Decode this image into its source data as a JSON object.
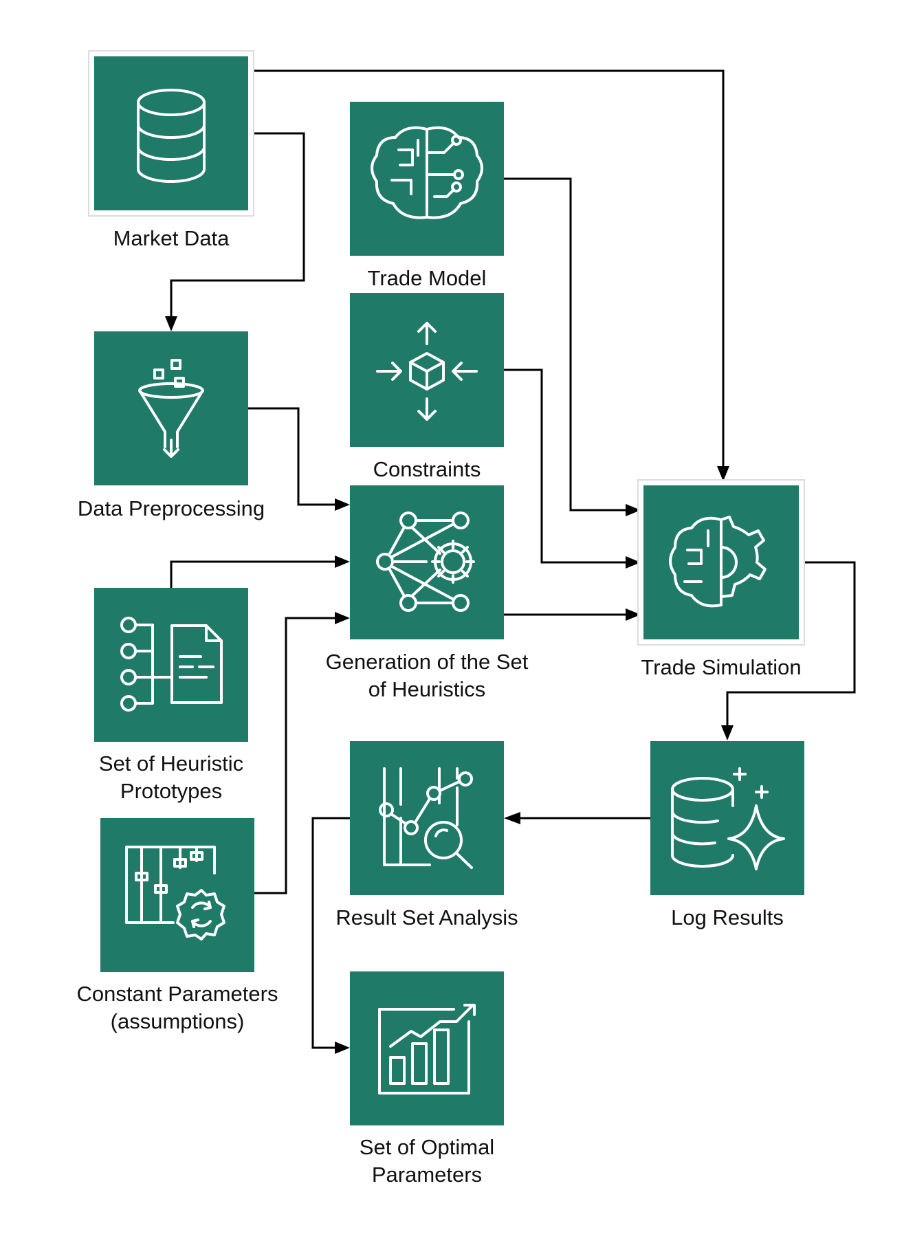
{
  "diagram": {
    "colors": {
      "tile": "#1f7a68",
      "icon": "#ffffff",
      "line": "#000000"
    },
    "nodes": {
      "market_data": {
        "label": "Market Data",
        "icon": "database-icon"
      },
      "trade_model": {
        "label": "Trade Model",
        "icon": "brain-circuit-icon"
      },
      "data_preprocessing": {
        "label": "Data Preprocessing",
        "icon": "funnel-icon"
      },
      "constraints": {
        "label": "Constraints",
        "icon": "cube-arrows-icon"
      },
      "generation": {
        "label_line1": "Generation of the Set",
        "label_line2": "of Heuristics",
        "icon": "network-gear-icon"
      },
      "trade_simulation": {
        "label": "Trade Simulation",
        "icon": "brain-gear-icon"
      },
      "heuristic_prototypes": {
        "label_line1": "Set of Heuristic",
        "label_line2": "Prototypes",
        "icon": "document-tree-icon"
      },
      "constant_parameters": {
        "label_line1": "Constant Parameters",
        "label_line2": "(assumptions)",
        "icon": "sliders-gear-icon"
      },
      "result_analysis": {
        "label": "Result Set Analysis",
        "icon": "chart-magnifier-icon"
      },
      "log_results": {
        "label": "Log Results",
        "icon": "database-sparkle-icon"
      },
      "optimal_parameters": {
        "label_line1": "Set of Optimal",
        "label_line2": "Parameters",
        "icon": "bar-chart-growth-icon"
      }
    },
    "edges": [
      {
        "from": "market_data",
        "to": "trade_simulation"
      },
      {
        "from": "market_data",
        "to": "data_preprocessing"
      },
      {
        "from": "trade_model",
        "to": "trade_simulation"
      },
      {
        "from": "constraints",
        "to": "trade_simulation"
      },
      {
        "from": "data_preprocessing",
        "to": "generation"
      },
      {
        "from": "heuristic_prototypes",
        "to": "generation"
      },
      {
        "from": "constant_parameters",
        "to": "generation"
      },
      {
        "from": "generation",
        "to": "trade_simulation"
      },
      {
        "from": "trade_simulation",
        "to": "log_results"
      },
      {
        "from": "log_results",
        "to": "result_analysis"
      },
      {
        "from": "result_analysis",
        "to": "optimal_parameters"
      }
    ]
  }
}
